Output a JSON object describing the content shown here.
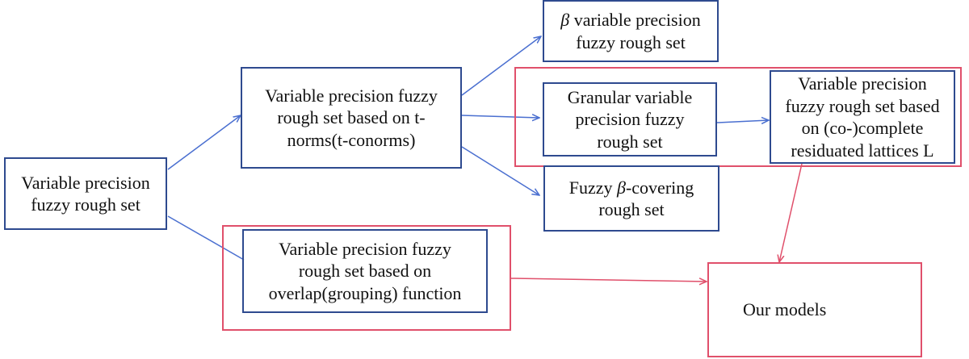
{
  "colors": {
    "blue_box": "#2e4a8f",
    "blue_arrow": "#4a6fd0",
    "red": "#e0506b"
  },
  "nodes": {
    "vpfrs": "Variable precision\nfuzzy rough set",
    "tnorms": "Variable precision fuzzy\nrough set based on t-\nnorms(t-conorms)",
    "beta_symbol": "β",
    "beta_vpfrs_rest": " variable precision\nfuzzy rough set",
    "granular": "Granular variable\nprecision fuzzy\nrough set",
    "lattices": "Variable precision\nfuzzy rough set based\non (co-)complete\nresiduated lattices L",
    "covering_pre": "Fuzzy ",
    "covering_beta": "β",
    "covering_post": "-covering\nrough set",
    "overlap": "Variable precision fuzzy\nrough set based on\noverlap(grouping) function",
    "our_models": "Our models"
  }
}
